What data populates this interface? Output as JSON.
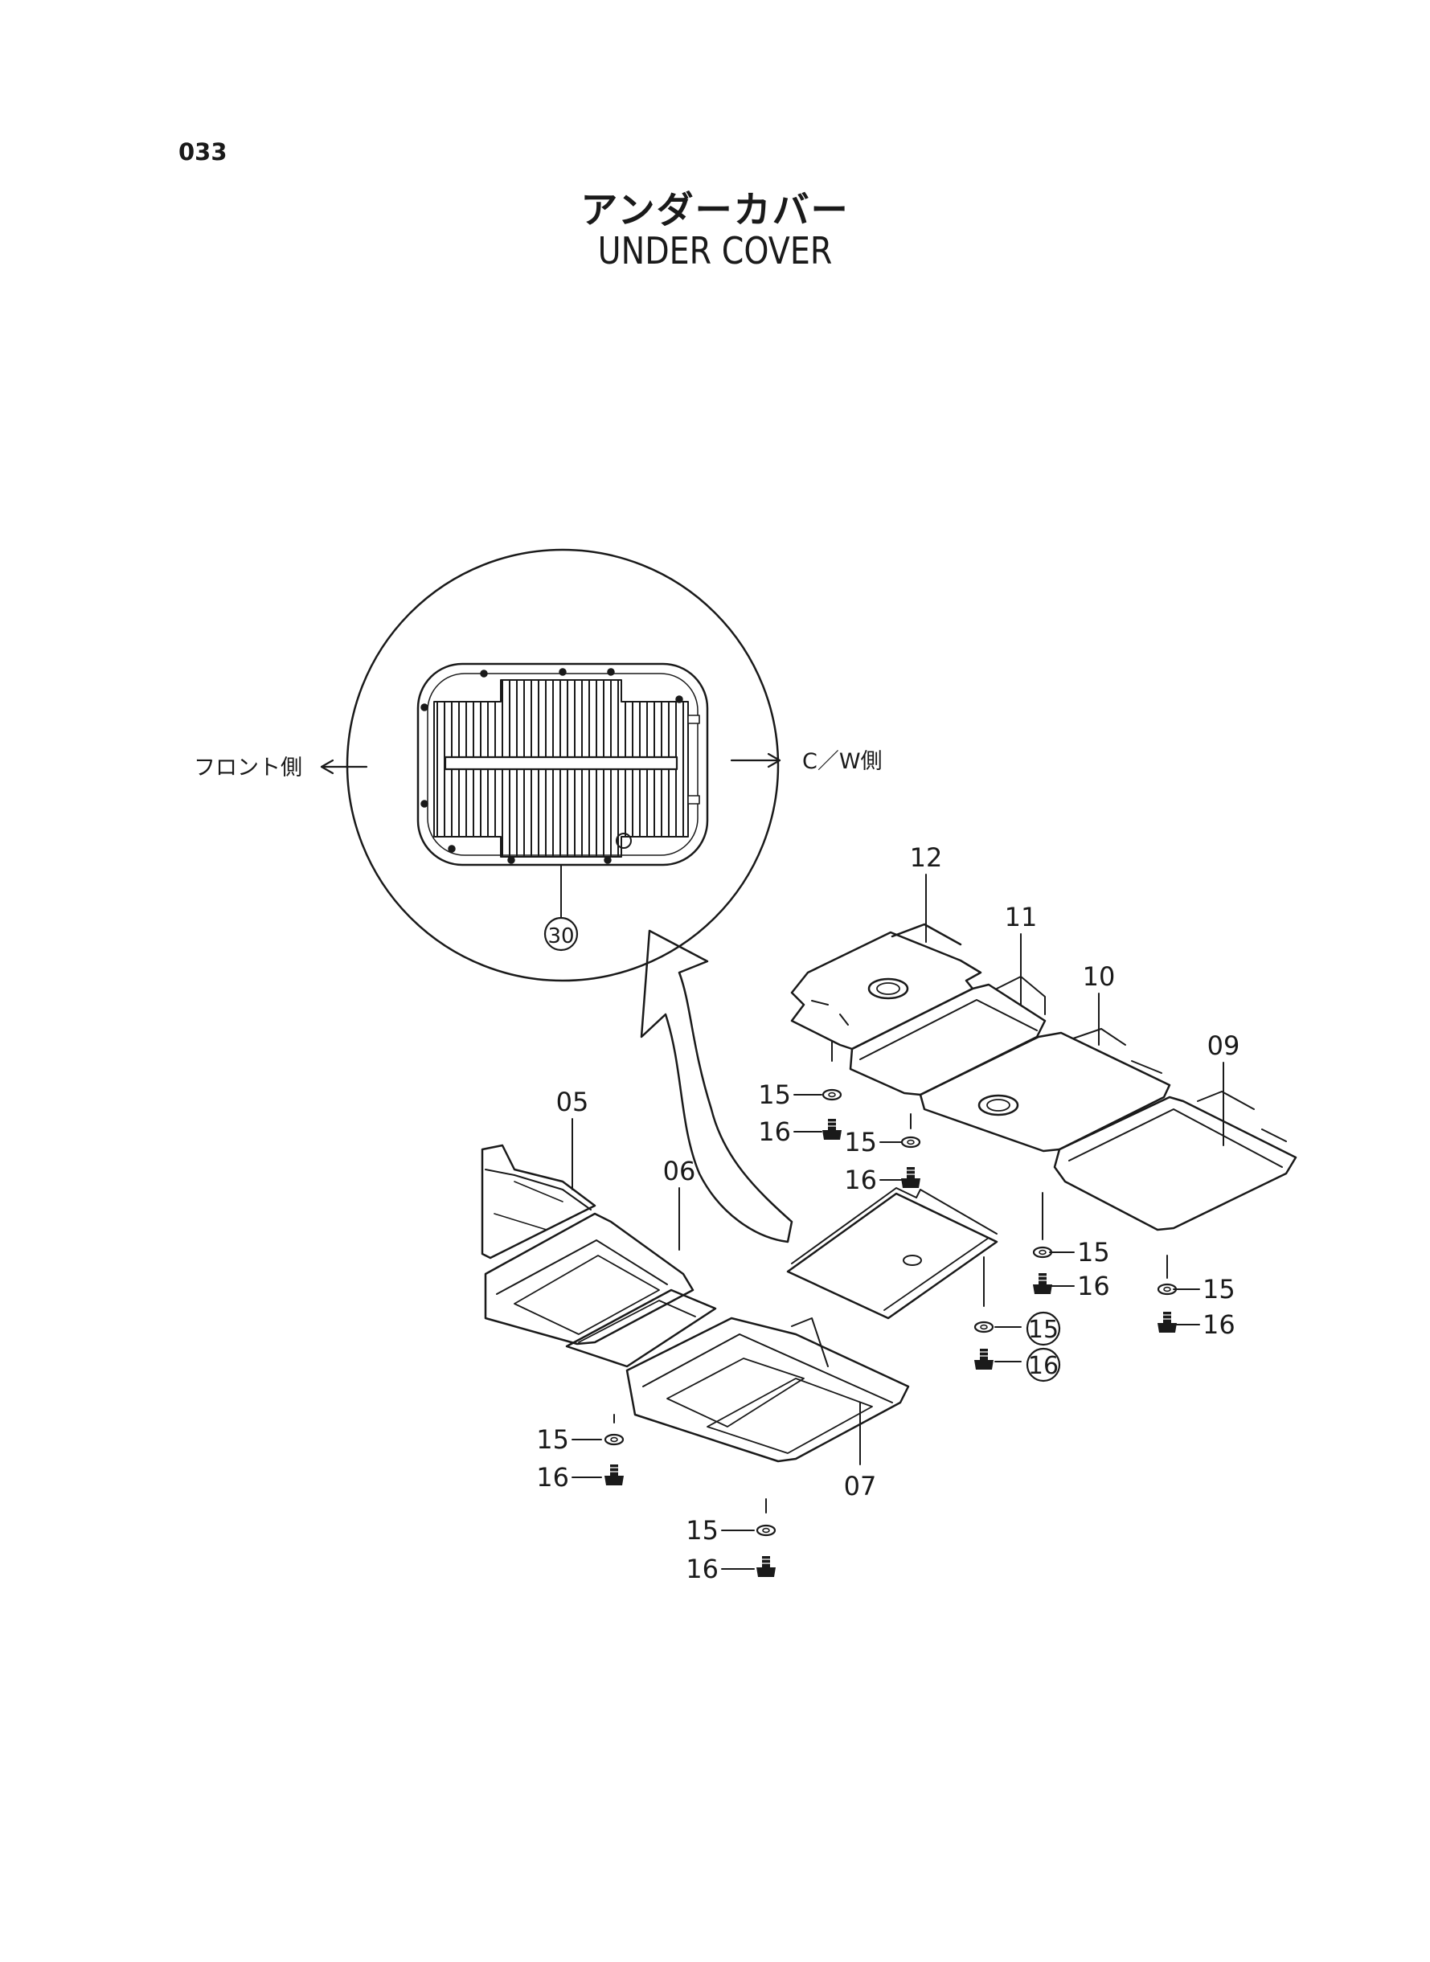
{
  "page": {
    "number": "033"
  },
  "title": {
    "japanese": "アンダーカバー",
    "english": "UNDER COVER"
  },
  "directions": {
    "front": "フロント側",
    "counterweight": "C／W側"
  },
  "detail": {
    "callout": "30"
  },
  "parts": {
    "p05": "05",
    "p06": "06",
    "p07": "07",
    "p09": "09",
    "p10": "10",
    "p11": "11",
    "p12": "12",
    "washer": "15",
    "bolt": "16"
  }
}
